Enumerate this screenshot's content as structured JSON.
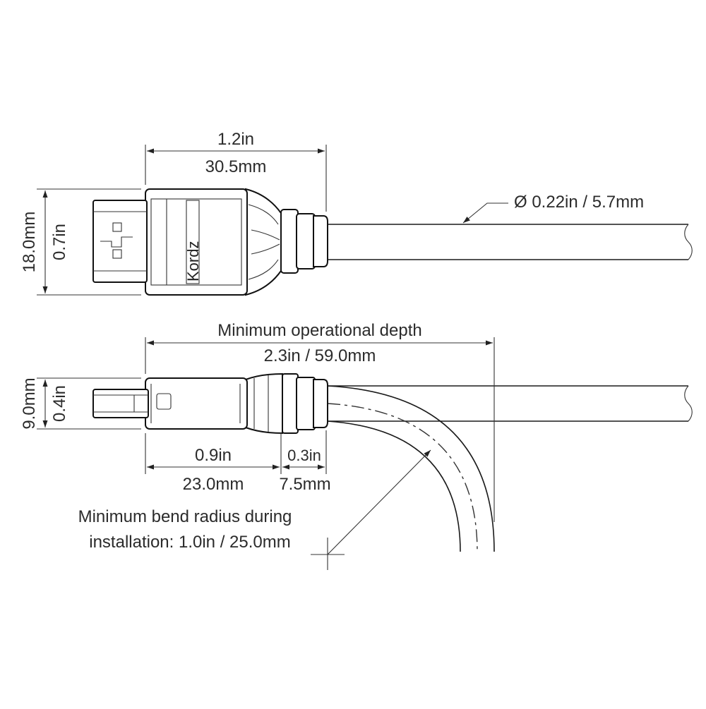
{
  "brand": "Kordz",
  "top_view": {
    "length_in": "1.2in",
    "length_mm": "30.5mm",
    "height_mm": "18.0mm",
    "height_in": "0.7in",
    "cable_diameter": "Ø 0.22in / 5.7mm"
  },
  "side_view": {
    "depth_label": "Minimum operational depth",
    "depth_value": "2.3in / 59.0mm",
    "height_mm": "9.0mm",
    "height_in": "0.4in",
    "body_in": "0.9in",
    "body_mm": "23.0mm",
    "strain_in": "0.3in",
    "strain_mm": "7.5mm",
    "bend_line1": "Minimum bend radius during",
    "bend_line2": "installation: 1.0in / 25.0mm"
  },
  "colors": {
    "line": "#1a1a1a",
    "text": "#2b2b2b",
    "background": "#ffffff"
  }
}
